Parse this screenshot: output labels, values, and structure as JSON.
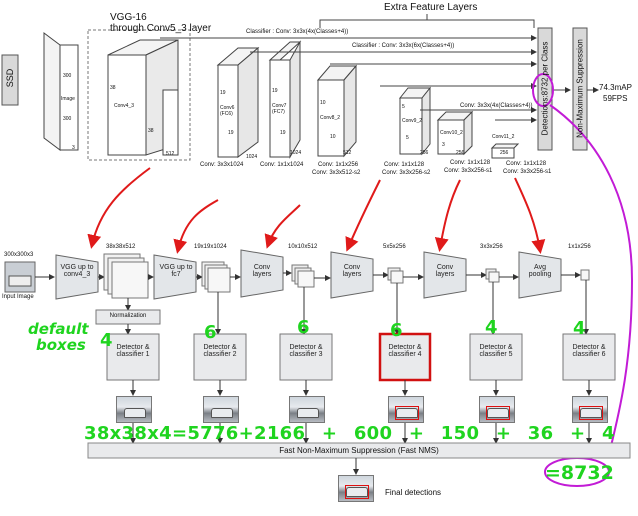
{
  "top": {
    "ssd_label": "SSD",
    "vgg_title_line1": "VGG-16",
    "vgg_title_line2": "through Conv5_3 layer",
    "extra_feature_layers": "Extra Feature Layers",
    "classifier_1": "Classifier : Conv: 3x3x(4x(Classes+4))",
    "classifier_2": "Classifier : Conv: 3x3x(6x(Classes+4))",
    "classifier_3": "Conv: 3x3x(4x(Classes+4))",
    "image_label": "Image",
    "image_300a": "300",
    "image_300b": "300",
    "image_3": "3",
    "conv4_3": "Conv4_3",
    "conv4_38a": "38",
    "conv4_38b": "38",
    "conv4_512": "512",
    "conv6": "Conv6",
    "conv6_fc": "(FC6)",
    "conv6_19a": "19",
    "conv6_19b": "19",
    "conv6_1024": "1024",
    "conv7": "Conv7",
    "conv7_fc": "(FC7)",
    "conv7_19a": "19",
    "conv7_19b": "19",
    "conv7_1024": "1024",
    "conv8_2": "Conv8_2",
    "conv8_10a": "10",
    "conv8_10b": "10",
    "conv8_512": "512",
    "conv9_2": "Conv9_2",
    "conv9_5a": "5",
    "conv9_5b": "5",
    "conv9_256": "256",
    "conv10_2": "Conv10_2",
    "conv10_3": "3",
    "conv10_256": "256",
    "conv11_2": "Conv11_2",
    "conv11_256": "256",
    "cap_fc6": "Conv: 3x3x1024",
    "cap_fc7": "Conv: 1x1x1024",
    "cap_c8_a": "Conv: 1x1x256",
    "cap_c8_b": "Conv: 3x3x512-s2",
    "cap_c9_a": "Conv: 1x1x128",
    "cap_c9_b": "Conv: 3x3x256-s2",
    "cap_c10_a": "Conv: 1x1x128",
    "cap_c10_b": "Conv: 3x3x256-s1",
    "cap_c11_a": "Conv: 1x1x128",
    "cap_c11_b": "Conv: 3x3x256-s1",
    "detections_label": "Detections:8732 per Class",
    "nms_label": "Non-Maximum Suppression",
    "map": "74.3mAP",
    "fps": "59FPS"
  },
  "bottom": {
    "input_size": "300x300x3",
    "input_label": "Input Image",
    "vgg_conv4": "VGG up to conv4_3",
    "size_38": "38x38x512",
    "vgg_fc7": "VGG up to fc7",
    "size_19": "19x19x1024",
    "conv_layers": "Conv layers",
    "size_10": "10x10x512",
    "size_5": "5x5x256",
    "size_3": "3x3x256",
    "avg_pooling": "Avg pooling",
    "size_1": "1x1x256",
    "normalization": "Normalization",
    "det_1": "Detector & classifier 1",
    "det_2": "Detector & classifier 2",
    "det_3": "Detector & classifier 3",
    "det_4": "Detector & classifier 4",
    "det_5": "Detector & classifier 5",
    "det_6": "Detector & classifier 6",
    "fast_nms": "Fast Non-Maximum Suppression (Fast NMS)",
    "final_detections": "Final detections"
  },
  "annotations": {
    "default_boxes_1": "default",
    "default_boxes_2": "boxes",
    "n1": "4",
    "n2": "6",
    "n3": "6",
    "n4": "6",
    "n5": "4",
    "n6": "4",
    "equation": "38x38x4=5776+2166 + 600 + 150 + 36 + 4",
    "sum": "=8732"
  },
  "colors": {
    "annotation_green": "#1fd41f",
    "annotation_red": "#e01a1a",
    "annotation_magenta": "#c21bd6",
    "highlight_red": "#d11111"
  }
}
